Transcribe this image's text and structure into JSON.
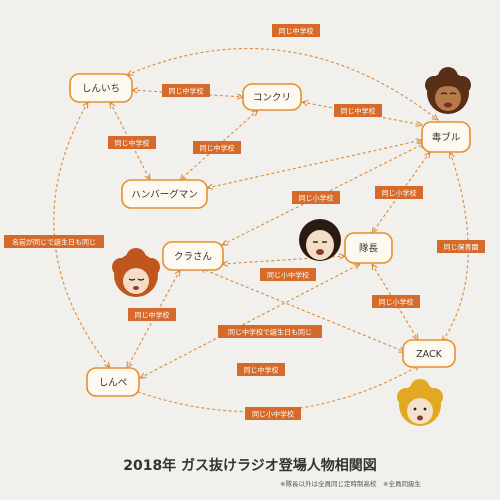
{
  "title": "2018年 ガス抜けラジオ登場人物相関図",
  "note": "※隊長以外は全員同じ定時制高校　※全員同級生",
  "nodes": {
    "shinichi": "しんいち",
    "konkuri": "コンクリ",
    "dokuburu": "毒ブル",
    "hamburgman": "ハンバーグマン",
    "kurasan": "クラさん",
    "taicho": "隊長",
    "shinbe": "しんぺ",
    "zack": "ZACK"
  },
  "edges": {
    "e1": "同じ中学校",
    "e2": "同じ中学校",
    "e3": "同じ中学校",
    "e4": "同じ中学校",
    "e5": "同じ中学校",
    "e6": "同じ小学校",
    "e7": "同じ小学校",
    "e8": "名前が同じで誕生日も同じ",
    "e9": "同じ保育園",
    "e10": "同じ小中学校",
    "e11": "同じ中学校",
    "e12": "同じ中学校で誕生日も同じ",
    "e13": "同じ小学校",
    "e14": "同じ中学校",
    "e15": "同じ小中学校"
  },
  "colors": {
    "line": "#de8a37",
    "node_border": "#e3912f",
    "label_bg": "#d56a2a",
    "background": "#f1f0ec"
  },
  "icons": [
    "face-dokuburu-icon",
    "face-taicho-icon",
    "face-kurasan-icon",
    "face-zack-icon"
  ]
}
